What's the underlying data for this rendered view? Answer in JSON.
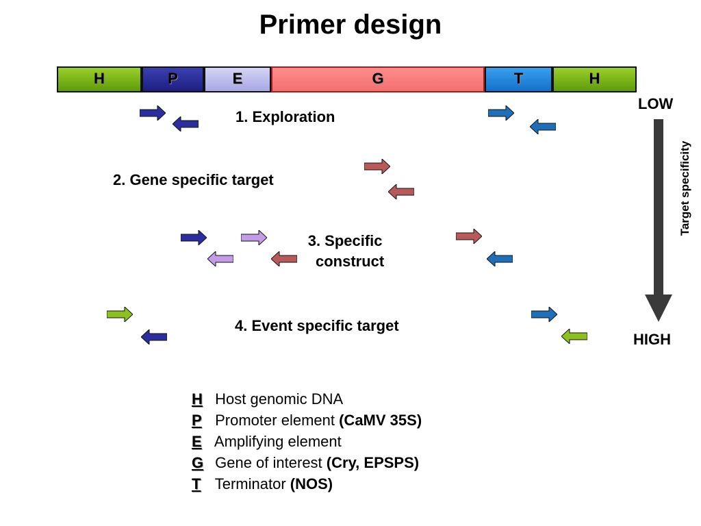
{
  "title": "Primer design",
  "construct": [
    {
      "letter": "H",
      "color": "#7ab91a"
    },
    {
      "letter": "P",
      "color": "#23279a"
    },
    {
      "letter": "E",
      "color": "#c0c0ee"
    },
    {
      "letter": "G",
      "color": "#f77f7f"
    },
    {
      "letter": "T",
      "color": "#1f86dc"
    },
    {
      "letter": "H",
      "color": "#7ab91a"
    }
  ],
  "steps": [
    {
      "label": "1. Exploration"
    },
    {
      "label": "2. Gene specific target"
    },
    {
      "label_line1": "3. Specific",
      "label_line2": "construct"
    },
    {
      "label": "4. Event specific target"
    }
  ],
  "specificity": {
    "low": "LOW",
    "high": "HIGH",
    "axis_label": "Target specificity"
  },
  "legend": [
    {
      "key": "H",
      "text": "Host genomic DNA",
      "note": ""
    },
    {
      "key": "P",
      "text": "Promoter element",
      "note": "(CaMV 35S)"
    },
    {
      "key": "E",
      "text": "Amplifying element",
      "note": ""
    },
    {
      "key": "G",
      "text": "Gene of interest",
      "note": "(Cry, EPSPS)"
    },
    {
      "key": "T",
      "text": "Terminator",
      "note": "(NOS)"
    }
  ],
  "primer_colors": {
    "promoter": "#2a2e9e",
    "amplifier": "#c49be6",
    "gene": "#b85a5a",
    "terminator": "#1f6fb8",
    "host": "#8cc21f"
  }
}
